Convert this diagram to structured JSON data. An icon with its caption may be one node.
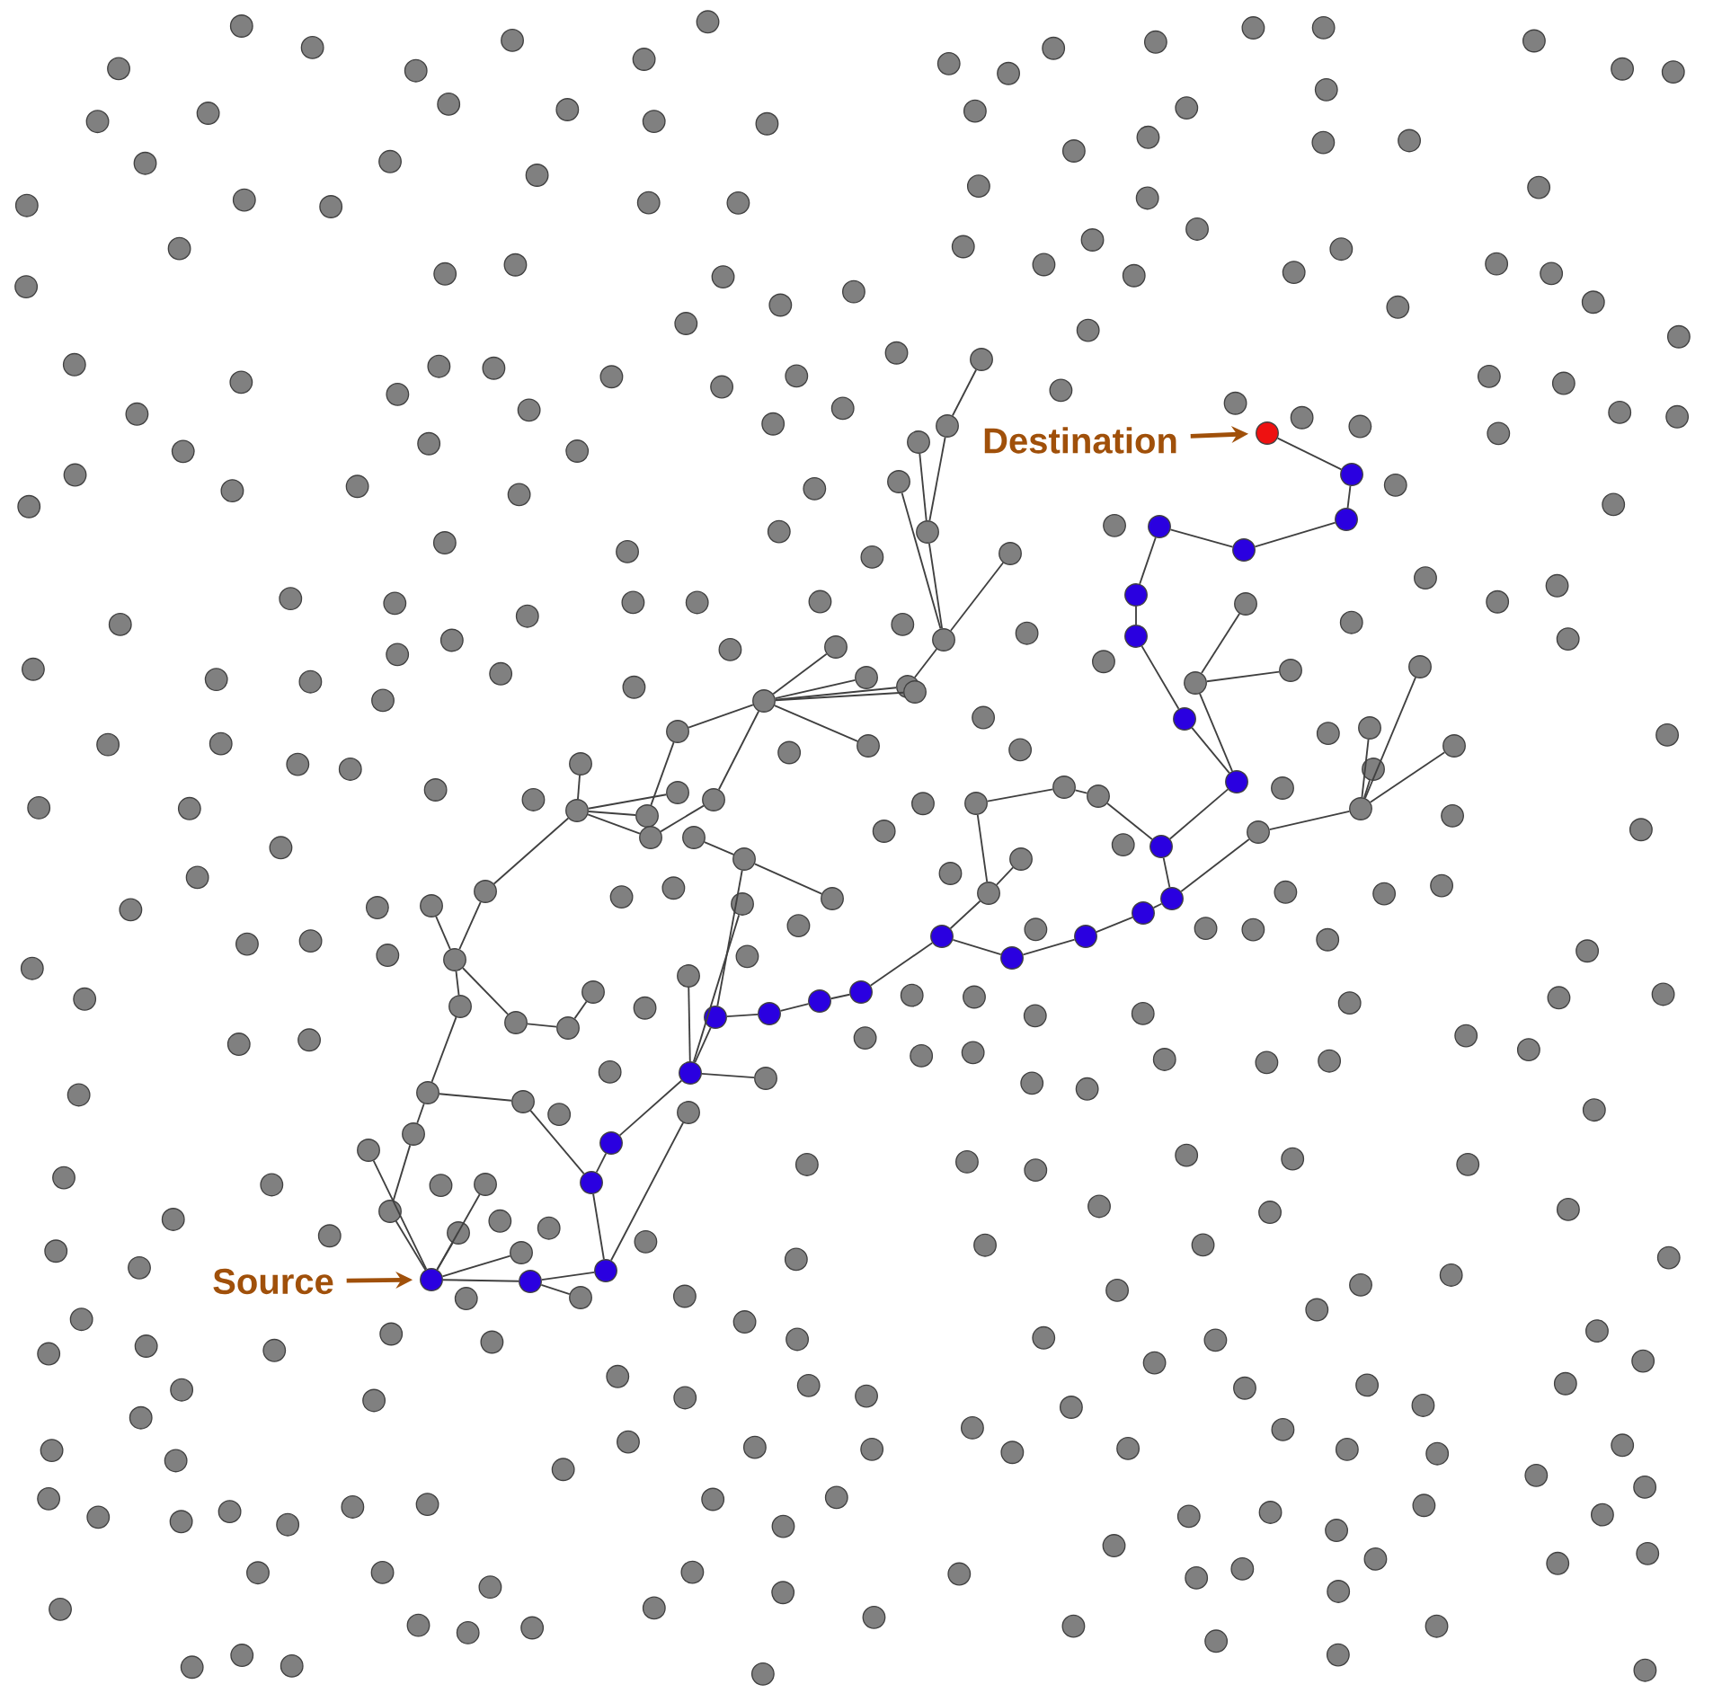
{
  "diagram": {
    "nodes": [
      {
        "text": [
          "Destination"
        ]
      },
      {
        "text": [
          "Source"
        ]
      },
      {
        "text": [],
        "shape": "circle"
      },
      {
        "text": [],
        "shape": "circle"
      },
      {
        "text": [],
        "shape": "circle"
      },
      {
        "text": [],
        "shape": "circle"
      },
      {
        "text": [],
        "shape": "circle"
      },
      {
        "text": [],
        "shape": "circle"
      },
      {
        "text": [],
        "shape": "circle"
      },
      {
        "text": [],
        "shape": "circle"
      },
      {
        "text": [],
        "shape": "circle"
      },
      {
        "text": [],
        "shape": "circle"
      },
      {
        "text": [],
        "shape": "circle"
      },
      {
        "text": [],
        "shape": "circle"
      },
      {
        "text": [],
        "shape": "circle"
      },
      {
        "text": [],
        "shape": "circle"
      },
      {
        "text": [],
        "shape": "circle"
      },
      {
        "text": [],
        "shape": "circle"
      },
      {
        "text": [],
        "shape": "circle"
      },
      {
        "text": [],
        "shape": "circle"
      },
      {
        "text": [],
        "shape": "circle"
      },
      {
        "text": [],
        "shape": "circle"
      },
      {
        "text": [],
        "shape": "circle"
      },
      {
        "text": [],
        "shape": "circle"
      },
      {
        "text": [],
        "shape": "circle"
      },
      {
        "text": [],
        "shape": "circle"
      },
      {
        "text": [],
        "shape": "circle"
      },
      {
        "text": [],
        "shape": "circle"
      },
      {
        "text": [],
        "shape": "circle"
      },
      {
        "text": [],
        "shape": "circle"
      },
      {
        "text": [],
        "shape": "circle"
      },
      {
        "text": [],
        "shape": "circle"
      },
      {
        "text": [],
        "shape": "circle"
      },
      {
        "text": [],
        "shape": "circle"
      },
      {
        "text": [],
        "shape": "circle"
      },
      {
        "text": [],
        "shape": "circle"
      },
      {
        "text": [],
        "shape": "circle"
      },
      {
        "text": [],
        "shape": "circle"
      },
      {
        "text": [],
        "shape": "circle"
      },
      {
        "text": [],
        "shape": "circle"
      },
      {
        "text": [],
        "shape": "circle"
      },
      {
        "text": [],
        "shape": "circle"
      },
      {
        "text": [],
        "shape": "circle"
      },
      {
        "text": [],
        "shape": "circle"
      },
      {
        "text": [],
        "shape": "circle"
      },
      {
        "text": [],
        "shape": "circle"
      },
      {
        "text": [],
        "shape": "circle"
      },
      {
        "text": [],
        "shape": "circle"
      },
      {
        "text": [],
        "shape": "circle"
      },
      {
        "text": [],
        "shape": "circle"
      },
      {
        "text": [],
        "shape": "circle"
      },
      {
        "text": [],
        "shape": "circle"
      },
      {
        "text": [],
        "shape": "circle"
      },
      {
        "text": [],
        "shape": "circle"
      },
      {
        "text": [],
        "shape": "circle"
      },
      {
        "text": [],
        "shape": "circle"
      },
      {
        "text": [],
        "shape": "circle"
      },
      {
        "text": [],
        "shape": "circle"
      },
      {
        "text": [],
        "shape": "circle"
      },
      {
        "text": [],
        "shape": "circle"
      },
      {
        "text": [],
        "shape": "circle"
      },
      {
        "text": [],
        "shape": "circle"
      },
      {
        "text": [],
        "shape": "circle"
      },
      {
        "text": [],
        "shape": "circle"
      },
      {
        "text": [],
        "shape": "circle"
      },
      {
        "text": [],
        "shape": "circle"
      },
      {
        "text": [],
        "shape": "circle"
      },
      {
        "text": [],
        "shape": "circle"
      },
      {
        "text": [],
        "shape": "circle"
      },
      {
        "text": [],
        "shape": "circle"
      },
      {
        "text": [],
        "shape": "circle"
      },
      {
        "text": [],
        "shape": "circle"
      },
      {
        "text": [],
        "shape": "circle"
      },
      {
        "text": [],
        "shape": "circle"
      },
      {
        "text": [],
        "shape": "circle"
      },
      {
        "text": [],
        "shape": "circle"
      },
      {
        "text": [],
        "shape": "circle"
      },
      {
        "text": [],
        "shape": "circle"
      },
      {
        "text": [],
        "shape": "circle"
      },
      {
        "text": [],
        "shape": "circle"
      },
      {
        "text": [],
        "shape": "circle"
      },
      {
        "text": [],
        "shape": "circle"
      },
      {
        "text": [],
        "shape": "circle"
      },
      {
        "text": [],
        "shape": "circle"
      },
      {
        "text": [],
        "shape": "circle"
      },
      {
        "text": [],
        "shape": "circle"
      },
      {
        "text": [],
        "shape": "circle"
      },
      {
        "text": [],
        "shape": "circle"
      },
      {
        "text": [],
        "shape": "circle"
      },
      {
        "text": [],
        "shape": "circle"
      },
      {
        "text": [],
        "shape": "circle"
      },
      {
        "text": [],
        "shape": "circle"
      },
      {
        "text": [],
        "shape": "circle"
      },
      {
        "text": [],
        "shape": "circle"
      },
      {
        "text": [],
        "shape": "circle"
      },
      {
        "text": [],
        "shape": "circle"
      },
      {
        "text": [],
        "shape": "circle"
      },
      {
        "text": [],
        "shape": "circle"
      },
      {
        "text": [],
        "shape": "circle"
      },
      {
        "text": [],
        "shape": "circle"
      },
      {
        "text": [],
        "shape": "circle"
      },
      {
        "text": [],
        "shape": "circle"
      },
      {
        "text": [],
        "shape": "circle"
      },
      {
        "text": [],
        "shape": "circle"
      },
      {
        "text": [],
        "shape": "circle"
      },
      {
        "text": [],
        "shape": "circle"
      },
      {
        "text": [],
        "shape": "circle"
      },
      {
        "text": [],
        "shape": "circle"
      },
      {
        "text": [],
        "shape": "circle"
      },
      {
        "text": [],
        "shape": "circle"
      },
      {
        "text": [],
        "shape": "circle"
      },
      {
        "text": [],
        "shape": "circle"
      },
      {
        "text": [],
        "shape": "circle"
      },
      {
        "text": [],
        "shape": "circle"
      },
      {
        "text": [],
        "shape": "circle"
      },
      {
        "text": [],
        "shape": "circle"
      },
      {
        "text": [],
        "shape": "circle"
      },
      {
        "text": [],
        "shape": "circle"
      },
      {
        "text": [],
        "shape": "circle"
      },
      {
        "text": [],
        "shape": "circle"
      },
      {
        "text": [],
        "shape": "circle"
      },
      {
        "text": [],
        "shape": "circle"
      },
      {
        "text": [],
        "shape": "circle"
      },
      {
        "text": [],
        "shape": "circle"
      },
      {
        "text": [],
        "shape": "circle"
      },
      {
        "text": [],
        "shape": "circle"
      },
      {
        "text": [],
        "shape": "circle"
      },
      {
        "text": [],
        "shape": "circle"
      },
      {
        "text": [],
        "shape": "circle"
      },
      {
        "text": [],
        "shape": "circle"
      },
      {
        "text": [],
        "shape": "circle"
      },
      {
        "text": [],
        "shape": "circle"
      },
      {
        "text": [],
        "shape": "circle"
      },
      {
        "text": [],
        "shape": "circle"
      },
      {
        "text": [],
        "shape": "circle"
      },
      {
        "text": [],
        "shape": "circle"
      },
      {
        "text": [],
        "shape": "circle"
      },
      {
        "text": [],
        "shape": "circle"
      },
      {
        "text": [],
        "shape": "circle"
      },
      {
        "text": [],
        "shape": "circle"
      },
      {
        "text": [],
        "shape": "circle"
      },
      {
        "text": [],
        "shape": "circle"
      },
      {
        "text": [],
        "shape": "circle"
      },
      {
        "text": [],
        "shape": "circle"
      },
      {
        "text": [],
        "shape": "circle"
      },
      {
        "text": [],
        "shape": "circle"
      },
      {
        "text": [],
        "shape": "circle"
      },
      {
        "text": [],
        "shape": "circle"
      },
      {
        "text": [],
        "shape": "circle"
      },
      {
        "text": [],
        "shape": "circle"
      },
      {
        "text": [],
        "shape": "circle"
      },
      {
        "text": [],
        "shape": "circle"
      },
      {
        "text": [],
        "shape": "circle"
      },
      {
        "text": [],
        "shape": "circle"
      },
      {
        "text": [],
        "shape": "circle"
      },
      {
        "text": [],
        "shape": "circle"
      },
      {
        "text": [],
        "shape": "circle"
      },
      {
        "text": [],
        "shape": "circle"
      },
      {
        "text": [],
        "shape": "circle"
      },
      {
        "text": [],
        "shape": "circle"
      },
      {
        "text": [],
        "shape": "circle"
      },
      {
        "text": [],
        "shape": "circle"
      },
      {
        "text": [],
        "shape": "circle"
      },
      {
        "text": [],
        "shape": "circle"
      },
      {
        "text": [],
        "shape": "circle"
      },
      {
        "text": [],
        "shape": "circle"
      },
      {
        "text": [],
        "shape": "circle"
      },
      {
        "text": [],
        "shape": "circle"
      },
      {
        "text": [],
        "shape": "circle"
      },
      {
        "text": [],
        "shape": "circle"
      },
      {
        "text": [],
        "shape": "circle"
      },
      {
        "text": [],
        "shape": "circle"
      },
      {
        "text": [],
        "shape": "circle"
      },
      {
        "text": [],
        "shape": "circle"
      },
      {
        "text": [],
        "shape": "circle"
      },
      {
        "text": [],
        "shape": "circle"
      },
      {
        "text": [],
        "shape": "circle"
      },
      {
        "text": [],
        "shape": "circle"
      },
      {
        "text": [],
        "shape": "circle"
      },
      {
        "text": [],
        "shape": "circle"
      },
      {
        "text": [],
        "shape": "circle"
      },
      {
        "text": [],
        "shape": "circle"
      },
      {
        "text": [],
        "shape": "circle"
      },
      {
        "text": [],
        "shape": "circle"
      },
      {
        "text": [],
        "shape": "circle"
      },
      {
        "text": [],
        "shape": "circle"
      },
      {
        "text": [],
        "shape": "circle"
      },
      {
        "text": [],
        "shape": "circle"
      },
      {
        "text": [],
        "shape": "circle"
      },
      {
        "text": [],
        "shape": "circle"
      },
      {
        "text": [],
        "shape": "circle"
      },
      {
        "text": [],
        "shape": "circle"
      },
      {
        "text": [],
        "shape": "circle"
      },
      {
        "text": [],
        "shape": "circle"
      },
      {
        "text": [],
        "shape": "circle"
      },
      {
        "text": [],
        "shape": "circle"
      },
      {
        "text": [],
        "shape": "circle"
      },
      {
        "text": [],
        "shape": "circle"
      },
      {
        "text": [],
        "shape": "circle"
      },
      {
        "text": [],
        "shape": "circle"
      },
      {
        "text": [],
        "shape": "circle"
      },
      {
        "text": [],
        "shape": "circle"
      },
      {
        "text": [],
        "shape": "circle"
      },
      {
        "text": [],
        "shape": "circle"
      },
      {
        "text": [],
        "shape": "circle"
      },
      {
        "text": [],
        "shape": "circle"
      },
      {
        "text": [],
        "shape": "circle"
      },
      {
        "text": [],
        "shape": "circle"
      },
      {
        "text": [],
        "shape": "circle"
      },
      {
        "text": [],
        "shape": "circle"
      },
      {
        "text": [],
        "shape": "circle"
      },
      {
        "text": [],
        "shape": "circle"
      },
      {
        "text": [],
        "shape": "circle"
      },
      {
        "text": [],
        "shape": "circle"
      },
      {
        "text": [],
        "shape": "circle"
      },
      {
        "text": [],
        "shape": "circle"
      },
      {
        "text": [],
        "shape": "circle"
      },
      {
        "text": [],
        "shape": "circle"
      },
      {
        "text": [],
        "shape": "circle"
      },
      {
        "text": [],
        "shape": "circle"
      },
      {
        "text": [],
        "shape": "circle"
      },
      {
        "text": [],
        "shape": "circle"
      },
      {
        "text": [],
        "shape": "circle"
      },
      {
        "text": [],
        "shape": "circle"
      },
      {
        "text": [],
        "shape": "circle"
      },
      {
        "text": [],
        "shape": "circle"
      },
      {
        "text": [],
        "shape": "circle"
      },
      {
        "text": [],
        "shape": "circle"
      },
      {
        "text": [],
        "shape": "circle"
      },
      {
        "text": [],
        "shape": "circle"
      },
      {
        "text": [],
        "shape": "circle"
      },
      {
        "text": [],
        "shape": "circle"
      },
      {
        "text": [],
        "shape": "circle"
      },
      {
        "text": [],
        "shape": "circle"
      },
      {
        "text": [],
        "shape": "circle"
      },
      {
        "text": [],
        "shape": "circle"
      },
      {
        "text": [],
        "shape": "circle"
      },
      {
        "text": [],
        "shape": "circle"
      },
      {
        "text": [],
        "shape": "circle"
      },
      {
        "text": [],
        "shape": "circle"
      },
      {
        "text": [],
        "shape": "circle"
      },
      {
        "text": [],
        "shape": "circle"
      },
      {
        "text": [],
        "shape": "circle"
      },
      {
        "text": [],
        "shape": "circle"
      },
      {
        "text": [],
        "shape": "circle"
      },
      {
        "text": [],
        "shape": "circle"
      },
      {
        "text": [],
        "shape": "circle"
      },
      {
        "text": [],
        "shape": "circle"
      },
      {
        "text": [],
        "shape": "circle"
      },
      {
        "text": [],
        "shape": "circle"
      },
      {
        "text": [],
        "shape": "circle"
      },
      {
        "text": [],
        "shape": "circle"
      },
      {
        "text": [],
        "shape": "circle"
      },
      {
        "text": [],
        "shape": "circle"
      },
      {
        "text": [],
        "shape": "circle"
      },
      {
        "text": [],
        "shape": "circle"
      },
      {
        "text": [],
        "shape": "circle"
      },
      {
        "text": [],
        "shape": "circle"
      },
      {
        "text": [],
        "shape": "circle"
      },
      {
        "text": [],
        "shape": "circle"
      },
      {
        "text": [],
        "shape": "circle"
      },
      {
        "text": [],
        "shape": "circle"
      },
      {
        "text": [],
        "shape": "circle"
      },
      {
        "text": [],
        "shape": "circle"
      },
      {
        "text": [],
        "shape": "circle"
      },
      {
        "text": [],
        "shape": "circle"
      },
      {
        "text": [],
        "shape": "circle"
      },
      {
        "text": [],
        "shape": "circle"
      },
      {
        "text": [],
        "shape": "circle"
      },
      {
        "text": [],
        "shape": "circle"
      },
      {
        "text": [],
        "shape": "circle"
      },
      {
        "text": [],
        "shape": "circle"
      },
      {
        "text": [],
        "shape": "circle"
      },
      {
        "text": [],
        "shape": "circle"
      },
      {
        "text": [],
        "shape": "circle"
      },
      {
        "text": [],
        "shape": "circle"
      },
      {
        "text": [],
        "shape": "circle"
      },
      {
        "text": [],
        "shape": "circle"
      },
      {
        "text": [],
        "shape": "circle"
      },
      {
        "text": [],
        "shape": "circle"
      },
      {
        "text": [],
        "shape": "circle"
      },
      {
        "text": [],
        "shape": "circle"
      },
      {
        "text": [],
        "shape": "circle"
      },
      {
        "text": [],
        "shape": "circle"
      },
      {
        "text": [],
        "shape": "circle"
      },
      {
        "text": [],
        "shape": "circle"
      },
      {
        "text": [],
        "shape": "circle"
      },
      {
        "text": [],
        "shape": "circle"
      },
      {
        "text": [],
        "shape": "circle"
      },
      {
        "text": [],
        "shape": "circle"
      },
      {
        "text": [],
        "shape": "circle"
      },
      {
        "text": [],
        "shape": "circle"
      },
      {
        "text": [],
        "shape": "circle"
      },
      {
        "text": [],
        "shape": "circle"
      },
      {
        "text": [],
        "shape": "circle"
      },
      {
        "text": [],
        "shape": "circle"
      },
      {
        "text": [],
        "shape": "circle"
      },
      {
        "text": [],
        "shape": "circle"
      },
      {
        "text": [],
        "shape": "circle"
      },
      {
        "text": [],
        "shape": "circle"
      },
      {
        "text": [],
        "shape": "circle"
      },
      {
        "text": [],
        "shape": "circle"
      },
      {
        "text": [],
        "shape": "circle"
      },
      {
        "text": [],
        "shape": "circle"
      },
      {
        "text": [],
        "shape": "circle"
      },
      {
        "text": [],
        "shape": "circle"
      },
      {
        "text": [],
        "shape": "circle"
      },
      {
        "text": [],
        "shape": "circle"
      },
      {
        "text": [],
        "shape": "circle"
      },
      {
        "text": [],
        "shape": "circle"
      },
      {
        "text": [],
        "shape": "circle"
      },
      {
        "text": [],
        "shape": "circle"
      },
      {
        "text": [],
        "shape": "circle"
      },
      {
        "text": [],
        "shape": "circle"
      },
      {
        "text": [],
        "shape": "circle"
      },
      {
        "text": [],
        "shape": "circle"
      },
      {
        "text": [],
        "shape": "circle"
      },
      {
        "text": [],
        "shape": "circle"
      },
      {
        "text": [],
        "shape": "circle"
      },
      {
        "text": [],
        "shape": "circle"
      },
      {
        "text": [],
        "shape": "circle"
      },
      {
        "text": [],
        "shape": "circle"
      },
      {
        "text": [],
        "shape": "circle"
      },
      {
        "text": [],
        "shape": "circle"
      },
      {
        "text": [],
        "shape": "circle"
      },
      {
        "text": [],
        "shape": "circle"
      },
      {
        "text": [],
        "shape": "circle"
      },
      {
        "text": [],
        "shape": "circle"
      },
      {
        "text": [],
        "shape": "circle"
      },
      {
        "text": [],
        "shape": "circle"
      },
      {
        "text": [],
        "shape": "circle"
      },
      {
        "text": [],
        "shape": "circle"
      },
      {
        "text": [],
        "shape": "circle"
      },
      {
        "text": [],
        "shape": "circle"
      },
      {
        "text": [],
        "shape": "circle"
      },
      {
        "text": [],
        "shape": "circle"
      },
      {
        "text": [],
        "shape": "circle"
      },
      {
        "text": [],
        "shape": "circle"
      },
      {
        "text": [],
        "shape": "circle"
      },
      {
        "text": [],
        "shape": "circle"
      },
      {
        "text": [],
        "shape": "circle"
      },
      {
        "text": [],
        "shape": "circle"
      },
      {
        "text": [],
        "shape": "circle"
      },
      {
        "text": [],
        "shape": "circle"
      },
      {
        "text": [],
        "shape": "circle"
      },
      {
        "text": [],
        "shape": "circle"
      },
      {
        "text": [],
        "shape": "circle"
      },
      {
        "text": [],
        "shape": "circle"
      },
      {
        "text": [],
        "shape": "circle"
      },
      {
        "text": [],
        "shape": "circle"
      },
      {
        "text": [],
        "shape": "circle"
      },
      {
        "text": [],
        "shape": "circle"
      },
      {
        "text": [],
        "shape": "circle"
      },
      {
        "text": [],
        "shape": "circle"
      },
      {
        "text": [],
        "shape": "circle"
      },
      {
        "text": [],
        "shape": "circle"
      },
      {
        "text": [],
        "shape": "circle"
      },
      {
        "text": [],
        "shape": "circle"
      },
      {
        "text": [],
        "shape": "circle"
      },
      {
        "text": [],
        "shape": "circle"
      },
      {
        "text": [],
        "shape": "circle"
      },
      {
        "text": [],
        "shape": "circle"
      },
      {
        "text": [],
        "shape": "circle"
      },
      {
        "text": [],
        "shape": "circle"
      },
      {
        "text": [],
        "shape": "circle"
      },
      {
        "text": [],
        "shape": "circle"
      },
      {
        "text": [],
        "shape": "circle"
      },
      {
        "text": [],
        "shape": "circle"
      },
      {
        "text": [],
        "shape": "circle"
      },
      {
        "text": [],
        "shape": "circle"
      },
      {
        "text": [],
        "shape": "circle"
      },
      {
        "text": [],
        "shape": "circle"
      },
      {
        "text": [],
        "shape": "circle"
      },
      {
        "text": [],
        "shape": "circle"
      },
      {
        "text": [],
        "shape": "circle"
      },
      {
        "text": [],
        "shape": "circle"
      },
      {
        "text": [],
        "shape": "circle"
      },
      {
        "text": [],
        "shape": "circle"
      },
      {
        "text": [],
        "shape": "circle"
      },
      {
        "text": [],
        "shape": "circle"
      },
      {
        "text": [],
        "shape": "circle"
      },
      {
        "text": [],
        "shape": "circle"
      },
      {
        "text": [],
        "shape": "circle"
      },
      {
        "text": [],
        "shape": "circle"
      }
    ],
    "edges": [
      {
        "from": 0,
        "to": 26,
        "arrow": "to",
        "color": "#a0500a"
      },
      {
        "from": 1,
        "to": 2,
        "arrow": "to",
        "color": "#a0500a"
      },
      {
        "from": 2,
        "to": 3,
        "arrow": "none"
      },
      {
        "from": 3,
        "to": 4,
        "arrow": "none"
      },
      {
        "from": 4,
        "to": 5,
        "arrow": "none"
      },
      {
        "from": 5,
        "to": 6,
        "arrow": "none"
      },
      {
        "from": 6,
        "to": 7,
        "arrow": "none"
      },
      {
        "from": 7,
        "to": 8,
        "arrow": "none"
      },
      {
        "from": 8,
        "to": 9,
        "arrow": "none"
      },
      {
        "from": 9,
        "to": 10,
        "arrow": "none"
      },
      {
        "from": 10,
        "to": 11,
        "arrow": "none"
      },
      {
        "from": 11,
        "to": 12,
        "arrow": "none"
      },
      {
        "from": 12,
        "to": 13,
        "arrow": "none"
      },
      {
        "from": 13,
        "to": 14,
        "arrow": "none"
      },
      {
        "from": 14,
        "to": 15,
        "arrow": "none"
      },
      {
        "from": 15,
        "to": 16,
        "arrow": "none"
      },
      {
        "from": 16,
        "to": 17,
        "arrow": "none"
      },
      {
        "from": 17,
        "to": 18,
        "arrow": "none"
      },
      {
        "from": 18,
        "to": 19,
        "arrow": "none"
      },
      {
        "from": 19,
        "to": 20,
        "arrow": "none"
      },
      {
        "from": 20,
        "to": 21,
        "arrow": "none"
      },
      {
        "from": 21,
        "to": 22,
        "arrow": "none"
      },
      {
        "from": 22,
        "to": 23,
        "arrow": "none"
      },
      {
        "from": 23,
        "to": 24,
        "arrow": "none"
      },
      {
        "from": 24,
        "to": 25,
        "arrow": "none"
      },
      {
        "from": 25,
        "to": 26,
        "arrow": "none"
      },
      {
        "from": 2,
        "to": 27,
        "arrow": "none"
      },
      {
        "from": 27,
        "to": 29,
        "arrow": "none"
      },
      {
        "from": 2,
        "to": 28,
        "arrow": "none"
      },
      {
        "from": 29,
        "to": 30,
        "arrow": "none"
      },
      {
        "from": 30,
        "to": 31,
        "arrow": "none"
      },
      {
        "from": 31,
        "to": 32,
        "arrow": "none"
      },
      {
        "from": 32,
        "to": 33,
        "arrow": "none"
      },
      {
        "from": 32,
        "to": 34,
        "arrow": "none"
      },
      {
        "from": 34,
        "to": 35,
        "arrow": "none"
      },
      {
        "from": 35,
        "to": 36,
        "arrow": "none"
      },
      {
        "from": 35,
        "to": 37,
        "arrow": "none"
      },
      {
        "from": 35,
        "to": 38,
        "arrow": "none"
      },
      {
        "from": 37,
        "to": 39,
        "arrow": "none"
      },
      {
        "from": 35,
        "to": 80,
        "arrow": "none"
      },
      {
        "from": 36,
        "to": 40,
        "arrow": "none"
      },
      {
        "from": 40,
        "to": 41,
        "arrow": "none"
      },
      {
        "from": 39,
        "to": 41,
        "arrow": "none"
      },
      {
        "from": 41,
        "to": 42,
        "arrow": "none"
      },
      {
        "from": 41,
        "to": 43,
        "arrow": "none"
      },
      {
        "from": 41,
        "to": 44,
        "arrow": "none"
      },
      {
        "from": 44,
        "to": 45,
        "arrow": "none"
      },
      {
        "from": 45,
        "to": 46,
        "arrow": "none"
      },
      {
        "from": 46,
        "to": 47,
        "arrow": "none"
      },
      {
        "from": 47,
        "to": 48,
        "arrow": "none"
      },
      {
        "from": 45,
        "to": 49,
        "arrow": "none"
      },
      {
        "from": 45,
        "to": 82,
        "arrow": "none"
      },
      {
        "from": 46,
        "to": 83,
        "arrow": "none"
      },
      {
        "from": 41,
        "to": 78,
        "arrow": "none"
      },
      {
        "from": 41,
        "to": 79,
        "arrow": "none"
      },
      {
        "from": 2,
        "to": 50,
        "arrow": "none"
      },
      {
        "from": 2,
        "to": 51,
        "arrow": "none"
      },
      {
        "from": 3,
        "to": 52,
        "arrow": "none"
      },
      {
        "from": 2,
        "to": 53,
        "arrow": "none"
      },
      {
        "from": 32,
        "to": 54,
        "arrow": "none"
      },
      {
        "from": 54,
        "to": 55,
        "arrow": "none"
      },
      {
        "from": 55,
        "to": 56,
        "arrow": "none"
      },
      {
        "from": 30,
        "to": 57,
        "arrow": "none"
      },
      {
        "from": 57,
        "to": 5,
        "arrow": "none"
      },
      {
        "from": 7,
        "to": 58,
        "arrow": "none"
      },
      {
        "from": 7,
        "to": 59,
        "arrow": "none"
      },
      {
        "from": 8,
        "to": 60,
        "arrow": "none"
      },
      {
        "from": 60,
        "to": 61,
        "arrow": "none"
      },
      {
        "from": 60,
        "to": 62,
        "arrow": "none"
      },
      {
        "from": 7,
        "to": 63,
        "arrow": "none"
      },
      {
        "from": 4,
        "to": 81,
        "arrow": "none"
      },
      {
        "from": 12,
        "to": 65,
        "arrow": "none"
      },
      {
        "from": 65,
        "to": 66,
        "arrow": "none"
      },
      {
        "from": 65,
        "to": 64,
        "arrow": "none"
      },
      {
        "from": 64,
        "to": 67,
        "arrow": "none"
      },
      {
        "from": 67,
        "to": 68,
        "arrow": "none"
      },
      {
        "from": 68,
        "to": 17,
        "arrow": "none"
      },
      {
        "from": 16,
        "to": 69,
        "arrow": "none"
      },
      {
        "from": 69,
        "to": 70,
        "arrow": "none"
      },
      {
        "from": 70,
        "to": 71,
        "arrow": "none"
      },
      {
        "from": 70,
        "to": 72,
        "arrow": "none"
      },
      {
        "from": 70,
        "to": 73,
        "arrow": "none"
      },
      {
        "from": 70,
        "to": 74,
        "arrow": "none"
      },
      {
        "from": 18,
        "to": 75,
        "arrow": "none"
      },
      {
        "from": 75,
        "to": 76,
        "arrow": "none"
      },
      {
        "from": 75,
        "to": 77,
        "arrow": "none"
      }
    ]
  }
}
